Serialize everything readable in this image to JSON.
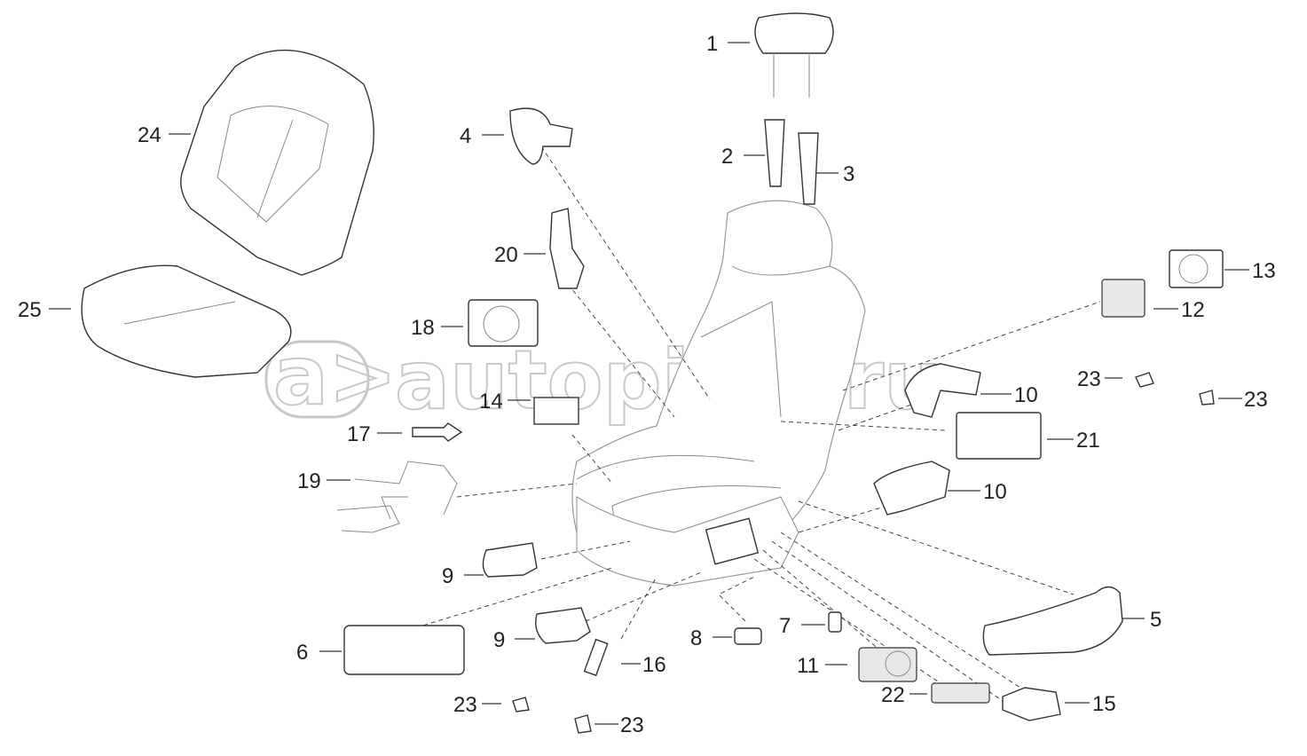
{
  "watermark": {
    "logo": "a>",
    "text": "autopiter.ru"
  },
  "callouts": [
    {
      "label": "1"
    },
    {
      "label": "2"
    },
    {
      "label": "3"
    },
    {
      "label": "4"
    },
    {
      "label": "5"
    },
    {
      "label": "6"
    },
    {
      "label": "7"
    },
    {
      "label": "8"
    },
    {
      "label": "9"
    },
    {
      "label": "9"
    },
    {
      "label": "10"
    },
    {
      "label": "10"
    },
    {
      "label": "11"
    },
    {
      "label": "12"
    },
    {
      "label": "13"
    },
    {
      "label": "14"
    },
    {
      "label": "15"
    },
    {
      "label": "16"
    },
    {
      "label": "17"
    },
    {
      "label": "18"
    },
    {
      "label": "19"
    },
    {
      "label": "20"
    },
    {
      "label": "21"
    },
    {
      "label": "22"
    },
    {
      "label": "23"
    },
    {
      "label": "23"
    },
    {
      "label": "23"
    },
    {
      "label": "23"
    },
    {
      "label": "24"
    },
    {
      "label": "25"
    }
  ]
}
